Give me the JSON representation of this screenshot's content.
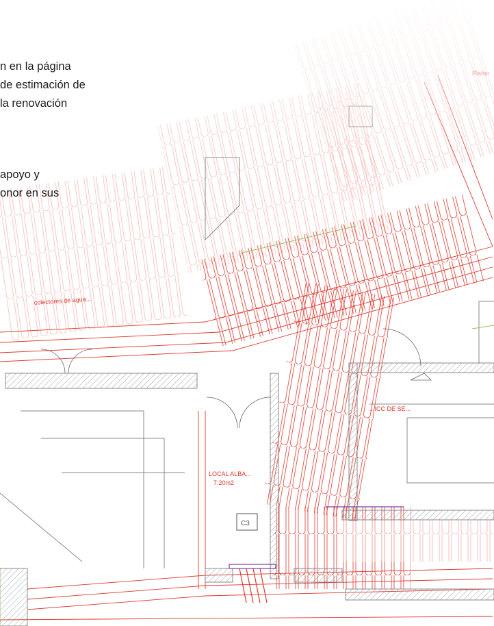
{
  "paragraph_1": [
    "n en la página",
    "de estimación de",
    " la renovación"
  ],
  "paragraph_2": [
    "apoyo y",
    "onor en sus"
  ],
  "plan_labels": {
    "room_a": "LOCAL ALBA...",
    "room_a_sub": "7.20m2",
    "box_label": "C3",
    "zone_label": "...ICC DE SE...",
    "distrib_label": "colectores de agua...",
    "dim_label": "Plafón"
  },
  "colors": {
    "pipe_red": "#e0352b",
    "pipe_light": "#f3b3ad",
    "wall_gray": "#8a8a8a",
    "hatch": "#9aa0a6",
    "accent_green": "#8fc36a",
    "accent_purple": "#7a3fa0"
  }
}
